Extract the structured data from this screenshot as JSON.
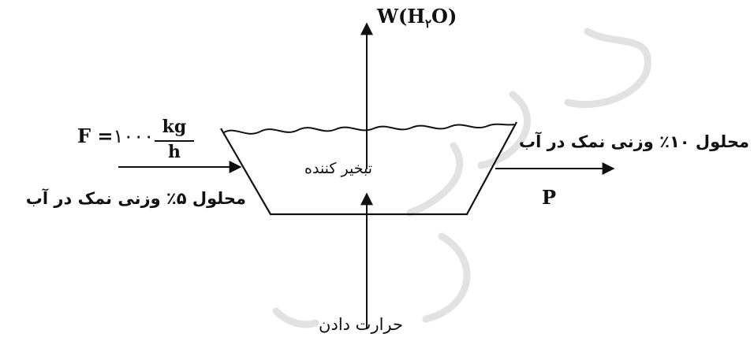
{
  "feed": {
    "symbol": "F",
    "equals": "=",
    "value": "۱۰۰۰",
    "unit_numerator": "kg",
    "unit_denominator": "h",
    "description": "محلول ۵٪ وزنی نمک در آب"
  },
  "vapor": {
    "label_prefix": "W(H",
    "label_subscript": "۲",
    "label_suffix": "O)"
  },
  "evaporator": {
    "label": "تبخیر کننده"
  },
  "product": {
    "symbol": "P",
    "description": "محلول ۱۰٪ وزنی نمک در آب"
  },
  "heat": {
    "label": "حرارت دادن"
  },
  "colors": {
    "ink": "#111111",
    "watermark": "#e0e0e0"
  }
}
